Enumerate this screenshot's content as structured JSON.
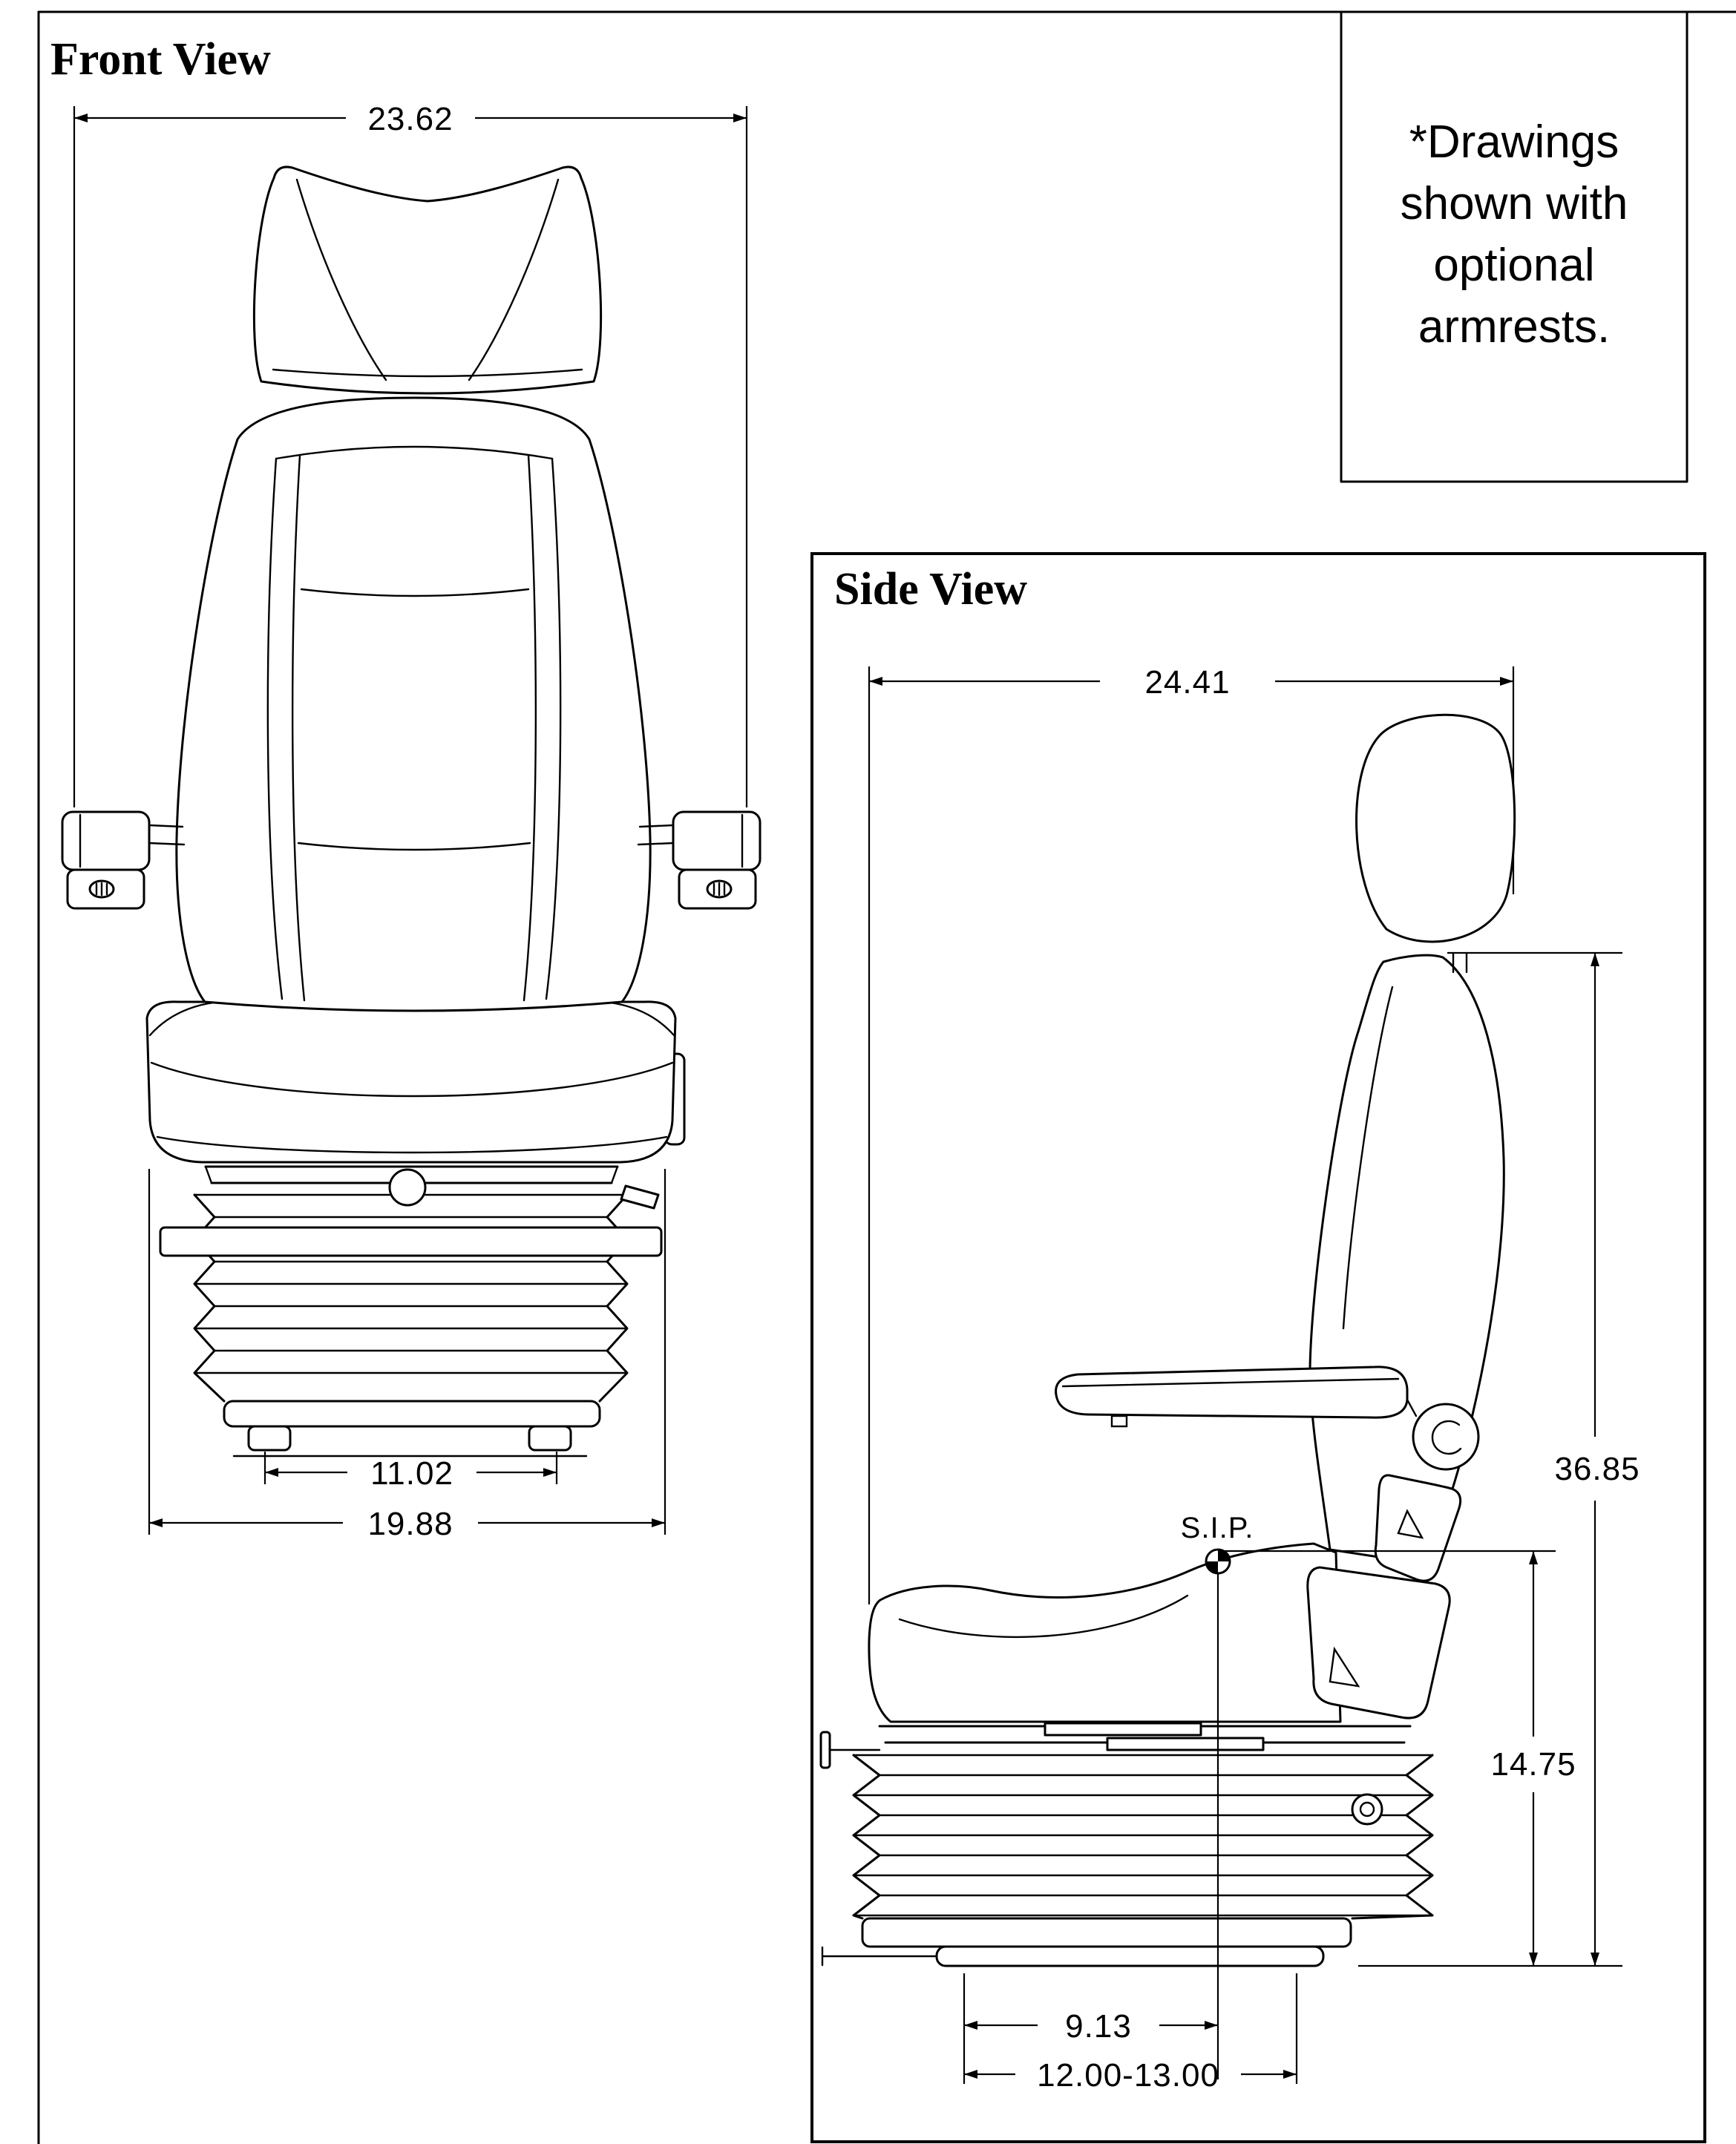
{
  "front_view": {
    "title": "Front View",
    "dim_overall_width": "23.62",
    "dim_base_inner": "11.02",
    "dim_base_outer": "19.88"
  },
  "side_view": {
    "title": "Side View",
    "dim_overall_depth": "24.41",
    "dim_overall_height": "36.85",
    "dim_sip_height": "14.75",
    "dim_sip_setback": "9.13",
    "dim_mount_range": "12.00-13.00",
    "sip_label": "S.I.P."
  },
  "note": {
    "lines": [
      "*Drawings",
      "shown with",
      "optional",
      "armrests."
    ]
  },
  "colors": {
    "line": "#000000",
    "background": "#ffffff"
  }
}
